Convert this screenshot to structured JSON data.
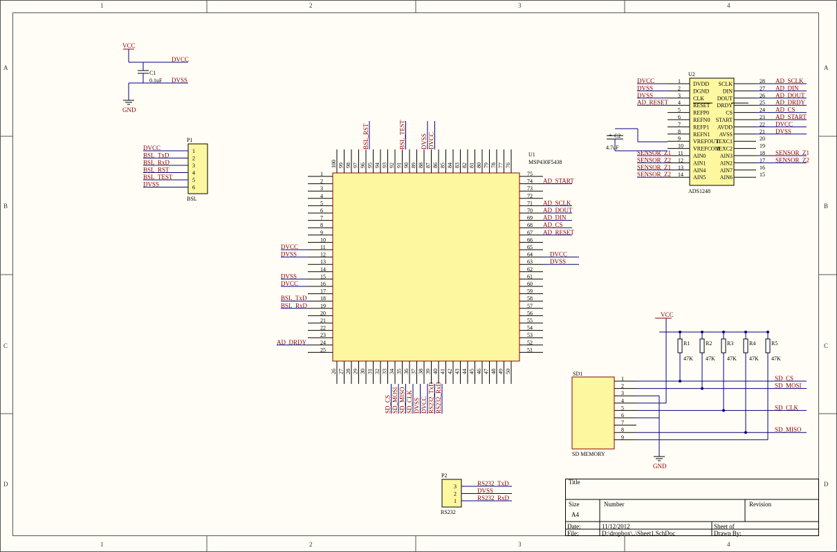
{
  "border": {
    "cols": [
      "1",
      "2",
      "3",
      "4"
    ],
    "rows": [
      "A",
      "B",
      "C",
      "D"
    ]
  },
  "power": {
    "vcc": "VCC",
    "dvcc": "DVCC",
    "dvss": "DVSS",
    "gnd": "GND",
    "c1_ref": "C1",
    "c1_val": "0.1uF"
  },
  "p1": {
    "ref": "P1",
    "name": "BSL",
    "pins": [
      "1",
      "2",
      "3",
      "4",
      "5",
      "6"
    ],
    "nets": [
      "DVCC",
      "BSL_TxD",
      "BSL_RxD",
      "BSL_RST",
      "BSL_TEST",
      "DVSS"
    ]
  },
  "u1": {
    "ref": "U1",
    "part": "MSP430F5438",
    "left_pins": [
      "1",
      "2",
      "3",
      "4",
      "5",
      "6",
      "7",
      "8",
      "9",
      "10",
      "11",
      "12",
      "13",
      "14",
      "15",
      "16",
      "17",
      "18",
      "19",
      "20",
      "21",
      "22",
      "23",
      "24",
      "25"
    ],
    "right_pins": [
      "75",
      "74",
      "73",
      "72",
      "71",
      "70",
      "69",
      "68",
      "67",
      "66",
      "65",
      "64",
      "63",
      "62",
      "61",
      "60",
      "59",
      "58",
      "57",
      "56",
      "55",
      "54",
      "53",
      "52",
      "51"
    ],
    "top_pins": [
      "100",
      "99",
      "98",
      "97",
      "96",
      "95",
      "94",
      "93",
      "92",
      "91",
      "90",
      "89",
      "88",
      "87",
      "86",
      "85",
      "84",
      "83",
      "82",
      "81",
      "80",
      "79",
      "78",
      "77",
      "76"
    ],
    "bottom_pins": [
      "26",
      "27",
      "28",
      "29",
      "30",
      "31",
      "32",
      "33",
      "34",
      "35",
      "36",
      "37",
      "38",
      "39",
      "40",
      "41",
      "42",
      "43",
      "44",
      "45",
      "46",
      "47",
      "48",
      "49",
      "50"
    ],
    "left_nets": [
      {
        "pin": 11,
        "net": "DVCC"
      },
      {
        "pin": 12,
        "net": "DVSS"
      },
      {
        "pin": 15,
        "net": "DVSS"
      },
      {
        "pin": 16,
        "net": "DVCC"
      },
      {
        "pin": 18,
        "net": "BSL_TxD"
      },
      {
        "pin": 19,
        "net": "BSL_RxD"
      },
      {
        "pin": 24,
        "net": "AD_DRDY"
      }
    ],
    "right_nets": [
      {
        "pin": 74,
        "net": "AD_START"
      },
      {
        "pin": 71,
        "net": "AD_SCLK"
      },
      {
        "pin": 70,
        "net": "AD_DOUT"
      },
      {
        "pin": 69,
        "net": "AD_DIN"
      },
      {
        "pin": 68,
        "net": "AD_CS"
      },
      {
        "pin": 67,
        "net": "AD_RESET"
      },
      {
        "pin": 64,
        "net": "DVCC"
      },
      {
        "pin": 63,
        "net": "DVSS"
      }
    ],
    "top_nets": [
      {
        "pin": 96,
        "net": "BSL_RST"
      },
      {
        "pin": 91,
        "net": "BSL_TEST"
      },
      {
        "pin": 88,
        "net": "DVSS"
      },
      {
        "pin": 87,
        "net": "DVCC"
      }
    ],
    "bottom_nets": [
      {
        "pin": 33,
        "net": "SD_CS"
      },
      {
        "pin": 34,
        "net": "SD_MOSI"
      },
      {
        "pin": 35,
        "net": "SD_MISO"
      },
      {
        "pin": 36,
        "net": "SD_CLK"
      },
      {
        "pin": 37,
        "net": "DVSS"
      },
      {
        "pin": 38,
        "net": "DVCC"
      },
      {
        "pin": 39,
        "net": "RS232_TxD"
      },
      {
        "pin": 40,
        "net": "RS232_RxD"
      }
    ]
  },
  "u2": {
    "ref": "U2",
    "part": "ADS1248",
    "left": [
      {
        "num": "1",
        "name": "DVDD",
        "net": "DVCC"
      },
      {
        "num": "2",
        "name": "DGND",
        "net": "DVSS"
      },
      {
        "num": "3",
        "name": "CLK",
        "net": "DVSS"
      },
      {
        "num": "4",
        "name": "RESET",
        "net": "AD_RESET"
      },
      {
        "num": "5",
        "name": "REFP0",
        "net": ""
      },
      {
        "num": "6",
        "name": "REFN0",
        "net": ""
      },
      {
        "num": "7",
        "name": "REFP1",
        "net": ""
      },
      {
        "num": "8",
        "name": "REFN1",
        "net": ""
      },
      {
        "num": "9",
        "name": "VREFOUT",
        "net": ""
      },
      {
        "num": "10",
        "name": "VREFCOM",
        "net": ""
      },
      {
        "num": "11",
        "name": "AIN0",
        "net": "SENSOR_Z1"
      },
      {
        "num": "12",
        "name": "AIN1",
        "net": "SENSOR_Z2"
      },
      {
        "num": "13",
        "name": "AIN4",
        "net": "SENSOR_Z1"
      },
      {
        "num": "14",
        "name": "AIN5",
        "net": "SENSOR_Z2"
      }
    ],
    "right": [
      {
        "num": "28",
        "name": "SCLK",
        "net": "AD_SCLK"
      },
      {
        "num": "27",
        "name": "DIN",
        "net": "AD_DIN"
      },
      {
        "num": "26",
        "name": "DOUT",
        "net": "AD_DOUT"
      },
      {
        "num": "25",
        "name": "DRDY",
        "net": "AD_DRDY"
      },
      {
        "num": "24",
        "name": "CS",
        "net": "AD_CS"
      },
      {
        "num": "23",
        "name": "START",
        "net": "AD_START"
      },
      {
        "num": "22",
        "name": "AVDD",
        "net": "DVCC"
      },
      {
        "num": "21",
        "name": "AVSS",
        "net": "DVSS"
      },
      {
        "num": "20",
        "name": "IEXC1",
        "net": ""
      },
      {
        "num": "19",
        "name": "IEXC2",
        "net": ""
      },
      {
        "num": "18",
        "name": "AIN3",
        "net": "SENSOR_Z1"
      },
      {
        "num": "17",
        "name": "AIN2",
        "net": "SENSOR_Z2"
      },
      {
        "num": "16",
        "name": "AIN7",
        "net": ""
      },
      {
        "num": "15",
        "name": "AIN6",
        "net": ""
      }
    ],
    "c2_ref": "C2",
    "c2_val": "4.7uF"
  },
  "sd": {
    "ref": "SD1",
    "name": "SD MEMORY",
    "pins": [
      "1",
      "2",
      "3",
      "4",
      "5",
      "6",
      "7",
      "8",
      "9"
    ],
    "nets": [
      "SD_CS",
      "SD_MOSI",
      "SD_CLK",
      "SD_MISO"
    ],
    "vcc": "VCC",
    "gnd": "GND",
    "resistors": [
      {
        "ref": "R1",
        "val": "47K"
      },
      {
        "ref": "R2",
        "val": "47K"
      },
      {
        "ref": "R3",
        "val": "47K"
      },
      {
        "ref": "R4",
        "val": "47K"
      },
      {
        "ref": "R5",
        "val": "47K"
      }
    ]
  },
  "p2": {
    "ref": "P2",
    "name": "RS232",
    "pins": [
      "3",
      "2",
      "1"
    ],
    "nets": [
      "RS232_TxD",
      "DVSS",
      "RS232_RxD"
    ]
  },
  "title_block": {
    "title": "Title",
    "size_label": "Size",
    "size": "A4",
    "number_label": "Number",
    "revision_label": "Revision",
    "date_label": "Date:",
    "date": "11/12/2012",
    "sheet": "Sheet    of",
    "file_label": "File:",
    "file": "D:\\dropbox\\..\\Sheet1.SchDoc",
    "drawn_by": "Drawn By:"
  }
}
